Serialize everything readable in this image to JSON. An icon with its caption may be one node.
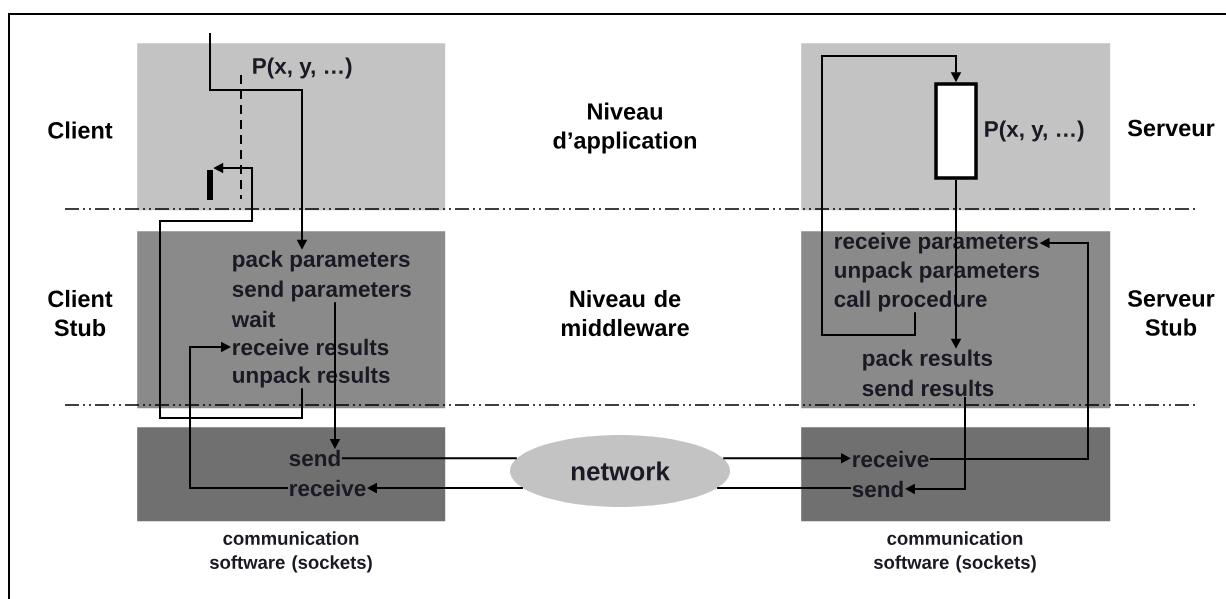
{
  "diagram": {
    "nodes": [
      {
        "text": [],
        "shape": "box"
      },
      {
        "text": [
          "P(x, y, …)"
        ],
        "in": 0
      },
      {
        "text": [],
        "shape": "bar",
        "in": 0
      },
      {
        "text": [],
        "shape": "box"
      },
      {
        "text": [
          "pack parameters"
        ],
        "in": 3
      },
      {
        "text": [
          "send parameters"
        ],
        "in": 3
      },
      {
        "text": [
          "wait"
        ],
        "in": 3
      },
      {
        "text": [
          "receive results"
        ],
        "in": 3
      },
      {
        "text": [
          "unpack results"
        ],
        "in": 3
      },
      {
        "text": [],
        "shape": "box",
        "beside": [
          "communication software (sockets)"
        ]
      },
      {
        "text": [
          "send"
        ],
        "in": 9
      },
      {
        "text": [
          "receive"
        ],
        "in": 9
      },
      {
        "text": [
          "network"
        ]
      },
      {
        "text": [],
        "shape": "box"
      },
      {
        "text": [],
        "shape": "box",
        "in": 13,
        "beside": [
          "P(x, y, …)"
        ]
      },
      {
        "text": [],
        "shape": "box"
      },
      {
        "text": [
          "receive parameters"
        ],
        "in": 15
      },
      {
        "text": [
          "unpack parameters"
        ],
        "in": 15
      },
      {
        "text": [
          "call procedure"
        ],
        "in": 15
      },
      {
        "text": [
          "pack results"
        ],
        "in": 15
      },
      {
        "text": [
          "send results"
        ],
        "in": 15
      },
      {
        "text": [],
        "shape": "box",
        "beside": [
          "communication software (sockets)"
        ]
      },
      {
        "text": [
          "receive"
        ],
        "in": 21
      },
      {
        "text": [
          "send"
        ],
        "in": 21
      }
    ],
    "edges": [
      {
        "from": 0,
        "to": 4,
        "arrow": "to"
      },
      {
        "from": 5,
        "to": 10,
        "arrow": "to"
      },
      {
        "from": 8,
        "to": 2,
        "arrow": "to"
      },
      {
        "from": 11,
        "to": 7,
        "arrow": "to"
      },
      {
        "from": 10,
        "to": 12,
        "arrow": "none"
      },
      {
        "from": 12,
        "to": 22,
        "arrow": "to"
      },
      {
        "from": 23,
        "to": 12,
        "arrow": "none"
      },
      {
        "from": 12,
        "to": 11,
        "arrow": "to"
      },
      {
        "from": 20,
        "to": 23,
        "arrow": "to"
      },
      {
        "from": 22,
        "to": 16,
        "arrow": "to"
      },
      {
        "from": 18,
        "to": 14,
        "arrow": "to"
      },
      {
        "from": 14,
        "to": 19,
        "arrow": "to"
      }
    ],
    "labels": [
      "Client",
      "Niveau d’application",
      "Serveur",
      "Client Stub",
      "Niveau de middleware",
      "Serveur Stub"
    ]
  }
}
